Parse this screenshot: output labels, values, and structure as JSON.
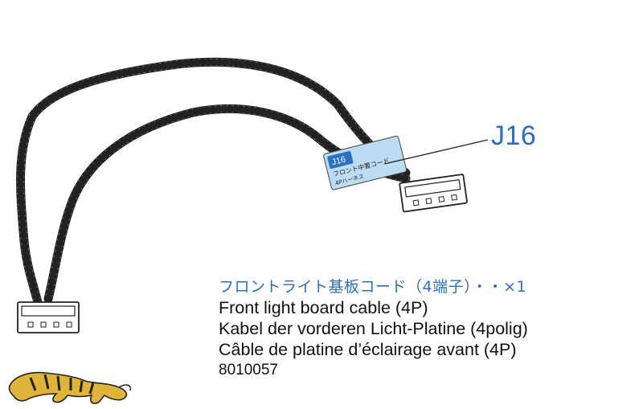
{
  "part_label": "J16",
  "tag_text": {
    "code": "J16",
    "line1": "フロント中置コード",
    "line2": "4Pハーネス"
  },
  "caption": {
    "japanese": "フロントライト基板コード（4端子）・・×1",
    "english": "Front light board cable (4P)",
    "german": "Kabel der vorderen Licht-Platine (4polig)",
    "french": "Câble de platine d’éclairage avant (4P)",
    "part_number": "8010057"
  },
  "colors": {
    "accent_blue": "#2a6fc0",
    "tag_blue": "#bcdcf3",
    "logo_gold": "#e0b43a"
  },
  "icons": [
    "cable-illustration",
    "connector-icon",
    "tiger-logo-icon"
  ]
}
